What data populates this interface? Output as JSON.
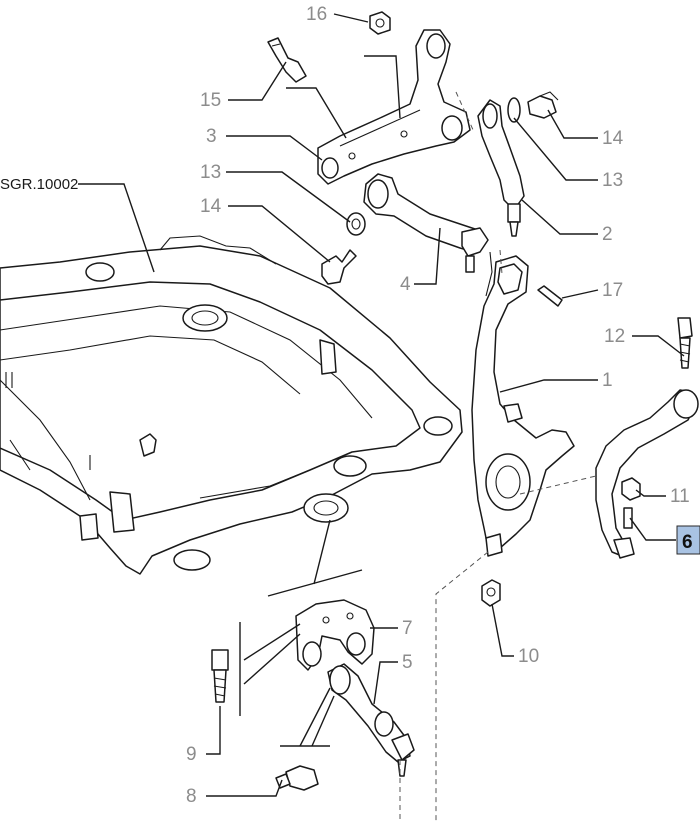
{
  "group_ref": "SGR.10002",
  "callouts": [
    {
      "id": "16",
      "label": "16"
    },
    {
      "id": "15",
      "label": "15"
    },
    {
      "id": "3",
      "label": "3"
    },
    {
      "id": "13a",
      "label": "13"
    },
    {
      "id": "14a",
      "label": "14"
    },
    {
      "id": "4",
      "label": "4"
    },
    {
      "id": "14b",
      "label": "14"
    },
    {
      "id": "13b",
      "label": "13"
    },
    {
      "id": "2",
      "label": "2"
    },
    {
      "id": "17",
      "label": "17"
    },
    {
      "id": "12",
      "label": "12"
    },
    {
      "id": "1",
      "label": "1"
    },
    {
      "id": "11",
      "label": "11"
    },
    {
      "id": "6",
      "label": "6",
      "highlighted": true
    },
    {
      "id": "7",
      "label": "7"
    },
    {
      "id": "5",
      "label": "5"
    },
    {
      "id": "10",
      "label": "10"
    },
    {
      "id": "9",
      "label": "9"
    },
    {
      "id": "8",
      "label": "8"
    }
  ],
  "colors": {
    "label_gray": "#8c8c8c",
    "highlight_fill": "#a9c3e3",
    "line": "#1a1a1a"
  }
}
